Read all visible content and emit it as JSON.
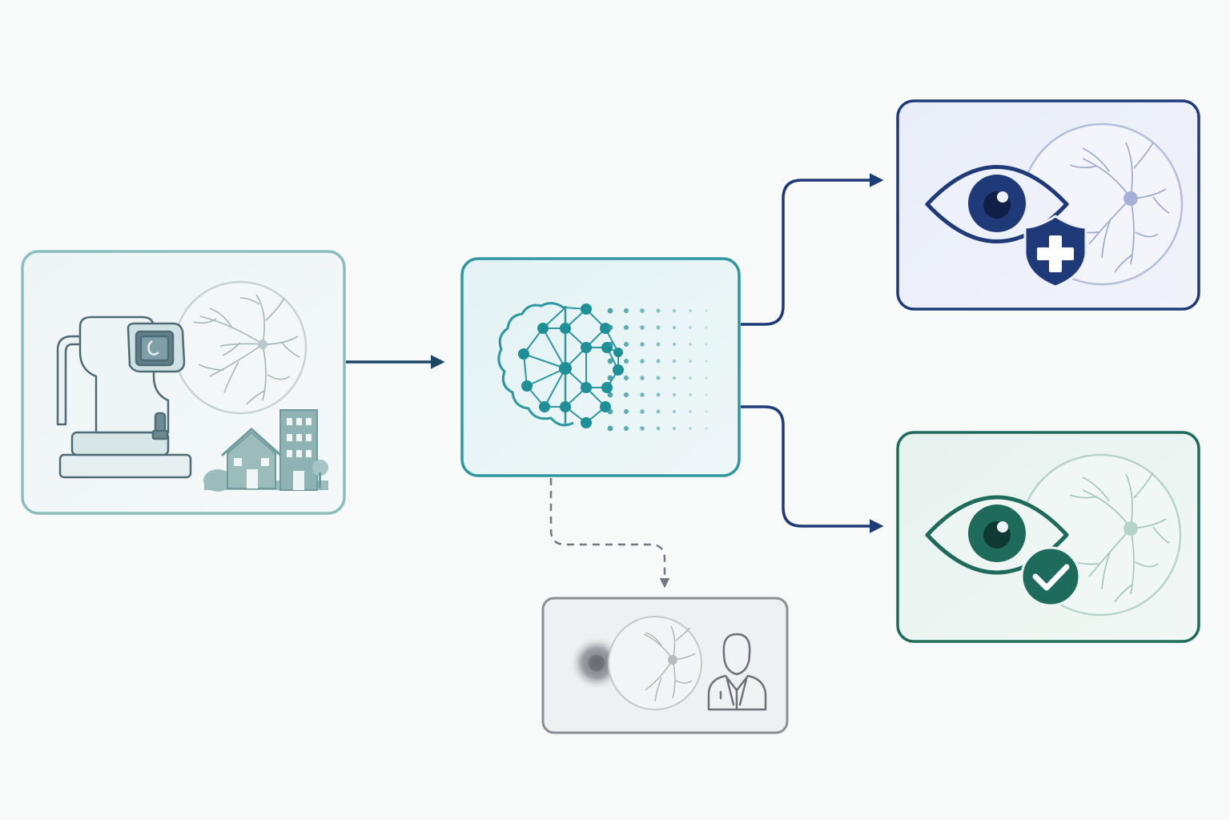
{
  "diagram": {
    "nodes": [
      {
        "id": "capture",
        "role": "retinal camera imaging in community setting",
        "icons": [
          "fundus-camera-icon",
          "retina-icon",
          "houses-icon",
          "building-icon"
        ]
      },
      {
        "id": "ai",
        "role": "AI analysis",
        "icons": [
          "brain-network-icon"
        ]
      },
      {
        "id": "referral",
        "role": "disease detected, refer",
        "icons": [
          "eye-icon",
          "shield-plus-icon",
          "retina-icon"
        ]
      },
      {
        "id": "normal",
        "role": "no disease detected",
        "icons": [
          "eye-icon",
          "check-badge-icon",
          "retina-icon"
        ]
      },
      {
        "id": "ungradable",
        "role": "poor quality image, human review",
        "icons": [
          "blurred-retina-icon",
          "retina-icon",
          "clinician-icon"
        ]
      }
    ],
    "edges": [
      {
        "from": "capture",
        "to": "ai",
        "style": "solid"
      },
      {
        "from": "ai",
        "to": "referral",
        "style": "solid"
      },
      {
        "from": "ai",
        "to": "normal",
        "style": "solid"
      },
      {
        "from": "ai",
        "to": "ungradable",
        "style": "dashed"
      }
    ]
  },
  "colors": {
    "capture": "#7fb5b5",
    "ai": "#2e97a0",
    "referral": "#1f3a78",
    "normal": "#1e6b5b",
    "ungradable": "#8a8f96",
    "arrow": "#1d4666"
  }
}
